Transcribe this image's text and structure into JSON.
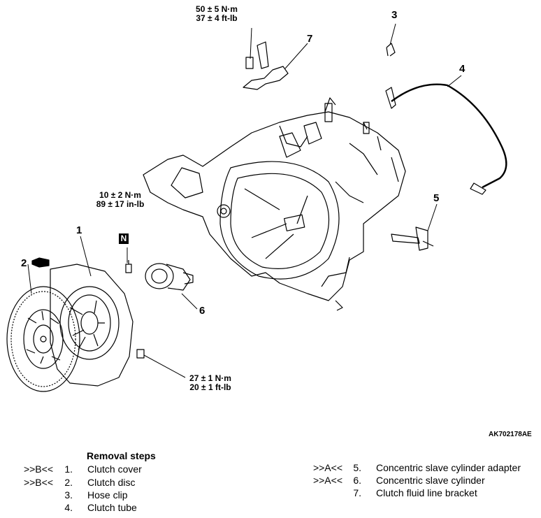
{
  "torque": {
    "bracket_bolt": [
      "50 ± 5 N·m",
      "37 ± 4 ft-lb"
    ],
    "adapter_bolt": [
      "10 ± 2 N·m",
      "89 ± 17 in-lb"
    ],
    "cover_bolt": [
      "27 ± 1 N·m",
      "20 ± 1 ft-lb"
    ]
  },
  "callouts": [
    "1",
    "2",
    "3",
    "4",
    "5",
    "6",
    "7"
  ],
  "n_mark": "N",
  "figure_code": "AK702178AE",
  "removal": {
    "heading": "Removal steps",
    "left_steps": [
      {
        "tag": ">>B<<",
        "num": "1.",
        "text": "Clutch cover"
      },
      {
        "tag": ">>B<<",
        "num": "2.",
        "text": "Clutch disc"
      },
      {
        "tag": "",
        "num": "3.",
        "text": "Hose clip"
      },
      {
        "tag": "",
        "num": "4.",
        "text": "Clutch tube"
      }
    ],
    "right_steps": [
      {
        "tag": ">>A<<",
        "num": "5.",
        "text": "Concentric slave cylinder adapter"
      },
      {
        "tag": ">>A<<",
        "num": "6.",
        "text": "Concentric slave cylinder"
      },
      {
        "tag": "",
        "num": "7.",
        "text": "Clutch fluid line bracket"
      }
    ]
  }
}
